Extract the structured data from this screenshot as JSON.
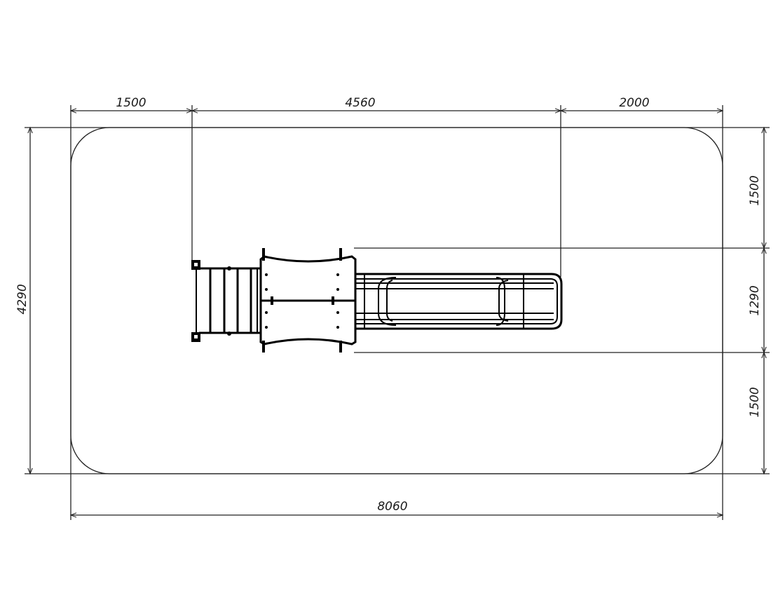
{
  "drawing": {
    "dimensions": {
      "top_left": "1500",
      "top_middle": "4560",
      "top_right": "2000",
      "bottom_total": "8060",
      "left_total": "4290",
      "right_top": "1500",
      "right_middle": "1290",
      "right_bottom": "1500"
    },
    "colors": {
      "line": "#000000",
      "background": "#ffffff"
    }
  }
}
